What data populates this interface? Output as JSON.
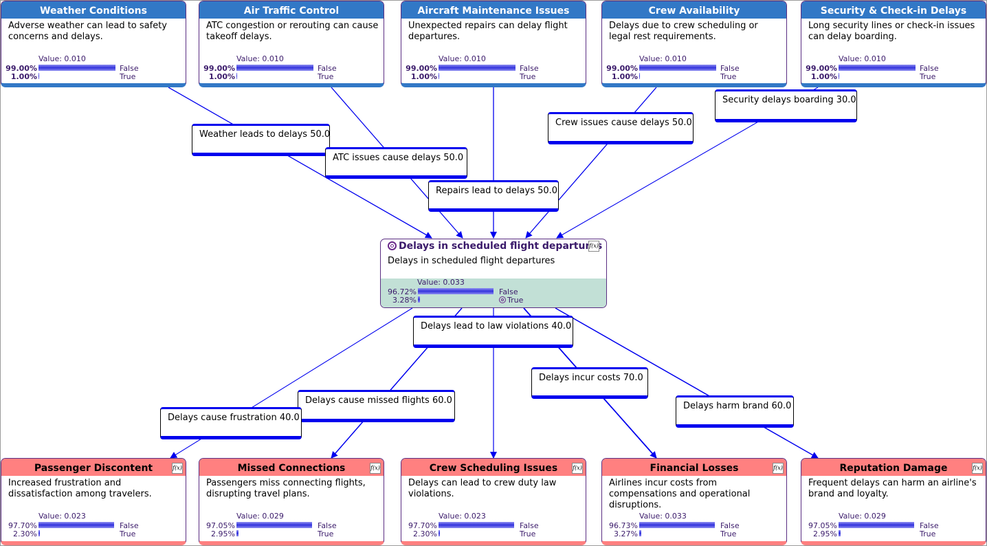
{
  "diagram": {
    "top_nodes": [
      {
        "title": "Weather Conditions",
        "desc": "Adverse weather can lead to safety concerns and delays.",
        "value": "Value: 0.010",
        "p_false": "99.00%",
        "p_true": "1.00%",
        "s_false": "False",
        "s_true": "True",
        "false_fraction": 0.99
      },
      {
        "title": "Air Traffic Control",
        "desc": "ATC congestion or rerouting can cause takeoff delays.",
        "value": "Value: 0.010",
        "p_false": "99.00%",
        "p_true": "1.00%",
        "s_false": "False",
        "s_true": "True",
        "false_fraction": 0.99
      },
      {
        "title": "Aircraft Maintenance Issues",
        "desc": "Unexpected repairs can delay flight departures.",
        "value": "Value: 0.010",
        "p_false": "99.00%",
        "p_true": "1.00%",
        "s_false": "False",
        "s_true": "True",
        "false_fraction": 0.99
      },
      {
        "title": "Crew Availability",
        "desc": "Delays due to crew scheduling or legal rest requirements.",
        "value": "Value: 0.010",
        "p_false": "99.00%",
        "p_true": "1.00%",
        "s_false": "False",
        "s_true": "True",
        "false_fraction": 0.99
      },
      {
        "title": "Security & Check-in Delays",
        "desc": "Long security lines or check-in issues can delay boarding.",
        "value": "Value: 0.010",
        "p_false": "99.00%",
        "p_true": "1.00%",
        "s_false": "False",
        "s_true": "True",
        "false_fraction": 0.99
      }
    ],
    "target": {
      "title": "Delays in scheduled flight departures",
      "desc": "Delays in scheduled flight departures",
      "value": "Value: 0.033",
      "p_false": "96.72%",
      "p_true": "3.28%",
      "s_false": "False",
      "s_true": "True",
      "false_fraction": 0.9672
    },
    "bottom_nodes": [
      {
        "title": "Passenger Discontent",
        "desc": "Increased frustration and dissatisfaction among travelers.",
        "value": "Value: 0.023",
        "p_false": "97.70%",
        "p_true": "2.30%",
        "s_false": "False",
        "s_true": "True",
        "false_fraction": 0.977
      },
      {
        "title": "Missed Connections",
        "desc": "Passengers miss connecting flights, disrupting travel plans.",
        "value": "Value: 0.029",
        "p_false": "97.05%",
        "p_true": "2.95%",
        "s_false": "False",
        "s_true": "True",
        "false_fraction": 0.9705
      },
      {
        "title": "Crew Scheduling Issues",
        "desc": "Delays can lead to crew duty law violations.",
        "value": "Value: 0.023",
        "p_false": "97.70%",
        "p_true": "2.30%",
        "s_false": "False",
        "s_true": "True",
        "false_fraction": 0.977
      },
      {
        "title": "Financial Losses",
        "desc": "Airlines incur costs from compensations and operational disruptions.",
        "value": "Value: 0.033",
        "p_false": "96.73%",
        "p_true": "3.27%",
        "s_false": "False",
        "s_true": "True",
        "false_fraction": 0.9673
      },
      {
        "title": "Reputation Damage",
        "desc": "Frequent delays can harm an airline's brand and loyalty.",
        "value": "Value: 0.029",
        "p_false": "97.05%",
        "p_true": "2.95%",
        "s_false": "False",
        "s_true": "True",
        "false_fraction": 0.9705
      }
    ],
    "fx_label": "f(x)",
    "edge_labels": {
      "weather": "Weather leads to delays 50.0",
      "atc": "ATC issues cause delays 50.0",
      "repairs": "Repairs lead to delays 50.0",
      "crew": "Crew issues cause delays 50.0",
      "security": "Security delays boarding 30.0",
      "law": "Delays lead to law violations 40.0",
      "missed": "Delays cause missed flights 60.0",
      "costs": "Delays incur costs 70.0",
      "brand": "Delays harm brand 60.0",
      "frustration": "Delays cause frustration 40.0"
    },
    "colors": {
      "top_header": "#3278c6",
      "bottom_header": "#ff8080",
      "target_band": "#c2e0d6",
      "edge": "#0000ee"
    }
  }
}
